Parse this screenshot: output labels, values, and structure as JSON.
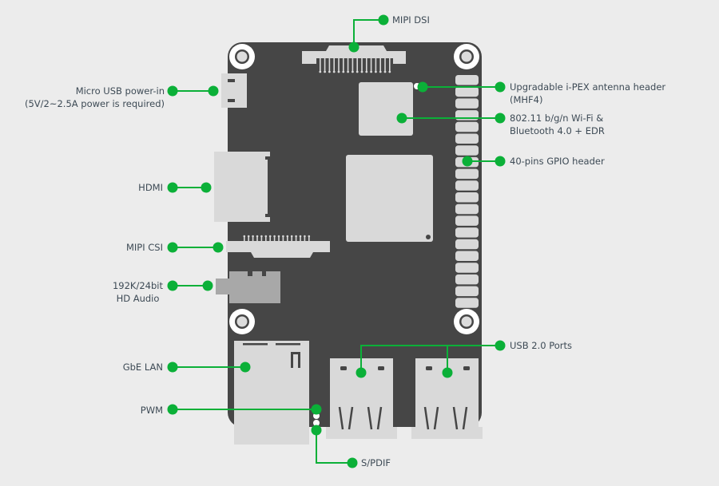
{
  "diagram": {
    "subject": "Single-board computer connector overview",
    "colors": {
      "background": "#ececec",
      "board": "#464646",
      "component": "#d9d9d9",
      "component_dark": "#a8a8a8",
      "callout": "#0bb038",
      "label_text": "#3d4a55"
    },
    "callouts": {
      "mipi_dsi": "MIPI DSI",
      "micro_usb_line1": "Micro USB power-in",
      "micro_usb_line2": "(5V/2~2.5A power is required)",
      "hdmi": "HDMI",
      "mipi_csi": "MIPI CSI",
      "audio_line1": "192K/24bit",
      "audio_line2": "HD Audio",
      "lan": "GbE LAN",
      "pwm": "PWM",
      "spdif": "S/PDIF",
      "antenna_line1": "Upgradable i-PEX antenna header",
      "antenna_line2": "(MHF4)",
      "wifi_line1": "802.11 b/g/n Wi-Fi &",
      "wifi_line2": "Bluetooth 4.0 + EDR",
      "gpio": "40-pins GPIO header",
      "usb": "USB 2.0 Ports"
    },
    "gpio_pin_rows": 20
  }
}
